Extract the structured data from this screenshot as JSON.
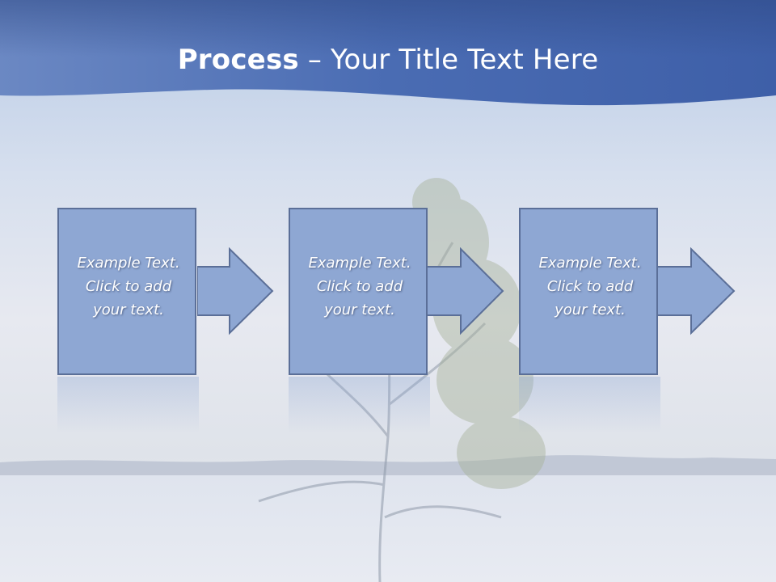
{
  "slide": {
    "title_bold": "Process",
    "title_rest": " – Your Title Text Here"
  },
  "steps": [
    {
      "line1": "Example Text.",
      "line2": "Click  to add",
      "line3": "your text."
    },
    {
      "line1": "Example Text.",
      "line2": "Click  to add",
      "line3": "your text."
    },
    {
      "line1": "Example Text.",
      "line2": "Click  to add",
      "line3": "your text."
    }
  ],
  "colors": {
    "banner": "#4f6fb2",
    "box_fill": "#8ea7d3",
    "box_border": "#5b6f98",
    "text": "#ffffff"
  }
}
